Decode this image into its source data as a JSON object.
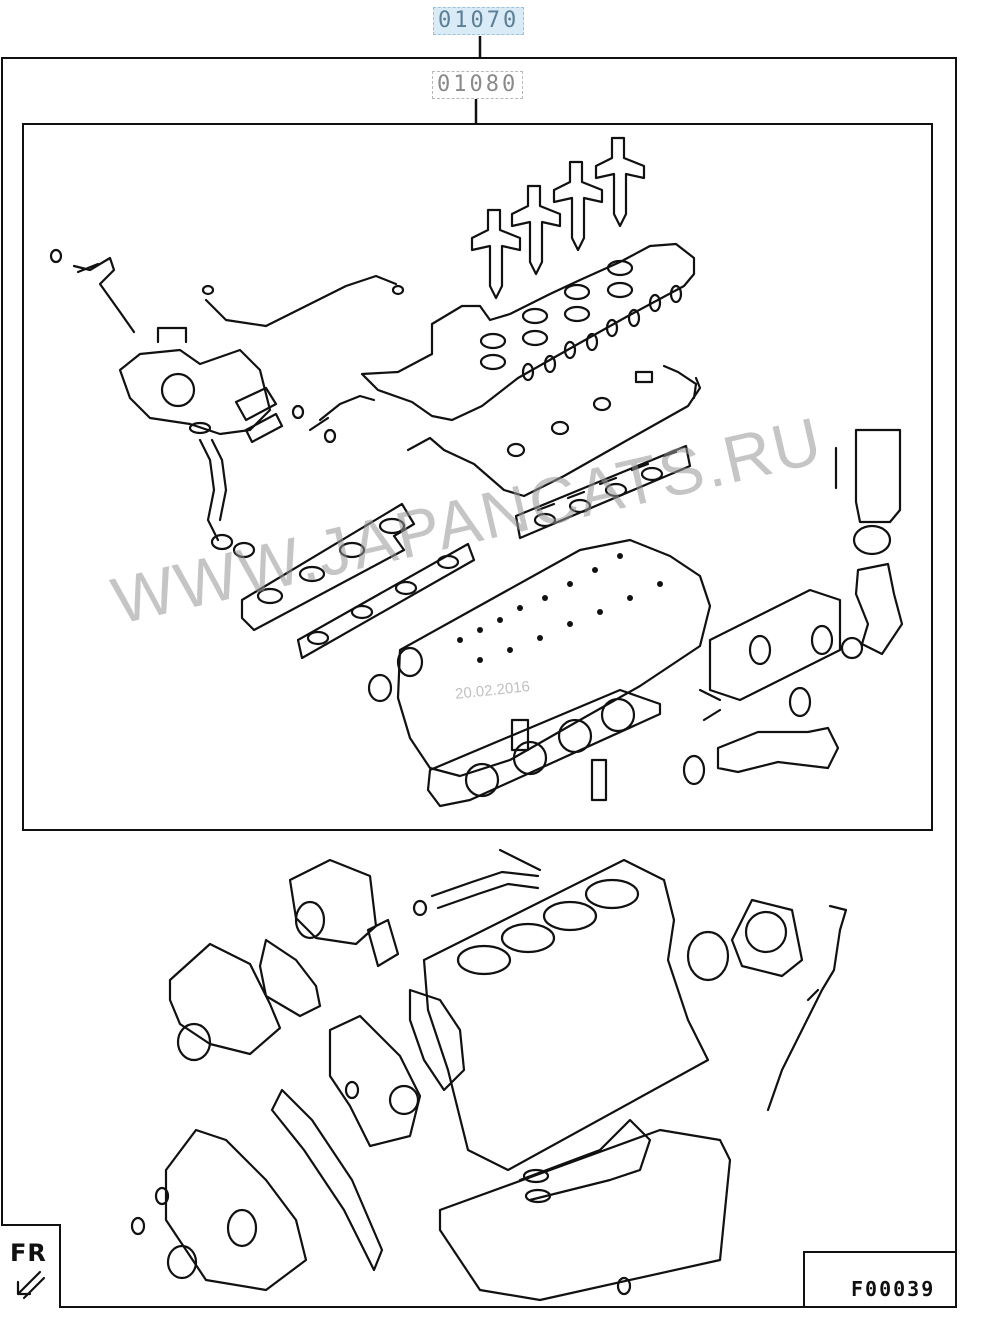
{
  "callouts": {
    "top": "01070",
    "sub": "01080"
  },
  "labels": {
    "front": "FR",
    "figure_code": "F00039"
  },
  "watermark": {
    "text": "WWW.JAPANCATS.RU",
    "date": "20.02.2016"
  },
  "icons": [
    "arrow-front-icon"
  ],
  "colors": {
    "line": "#111111",
    "callout_highlight": "#d9ebf6",
    "watermark": "#969696"
  }
}
